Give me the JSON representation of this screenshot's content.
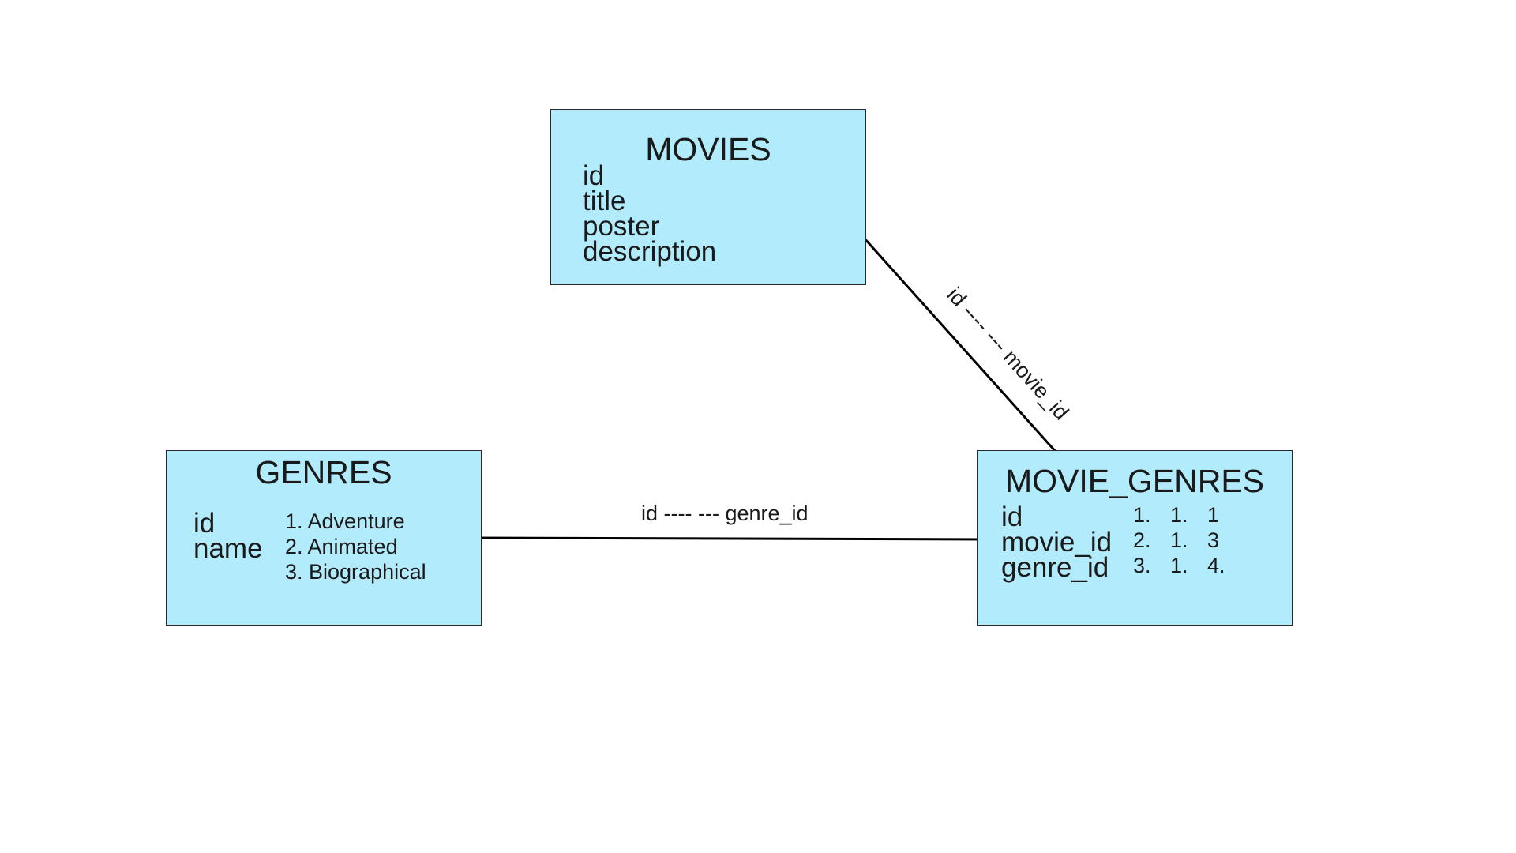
{
  "entities": {
    "movies": {
      "title": "MOVIES",
      "fields": [
        "id",
        "title",
        "poster",
        "description"
      ]
    },
    "genres": {
      "title": "GENRES",
      "fields": [
        "id",
        "name"
      ],
      "values": [
        "1. Adventure",
        "2. Animated",
        "3. Biographical"
      ]
    },
    "movie_genres": {
      "title": "MOVIE_GENRES",
      "fields": [
        "id",
        "movie_id",
        "genre_id"
      ],
      "rows": [
        [
          "1.",
          "1.",
          "1"
        ],
        [
          "2.",
          "1.",
          "3"
        ],
        [
          "3.",
          "1.",
          "4."
        ]
      ]
    }
  },
  "relations": {
    "movies_to_movie_genres": "id ---- --- movie_id",
    "genres_to_movie_genres": "id ---- --- genre_id"
  },
  "colors": {
    "entity_fill": "#b2ebfb",
    "entity_border": "#2a2a2a",
    "line": "#000000"
  }
}
